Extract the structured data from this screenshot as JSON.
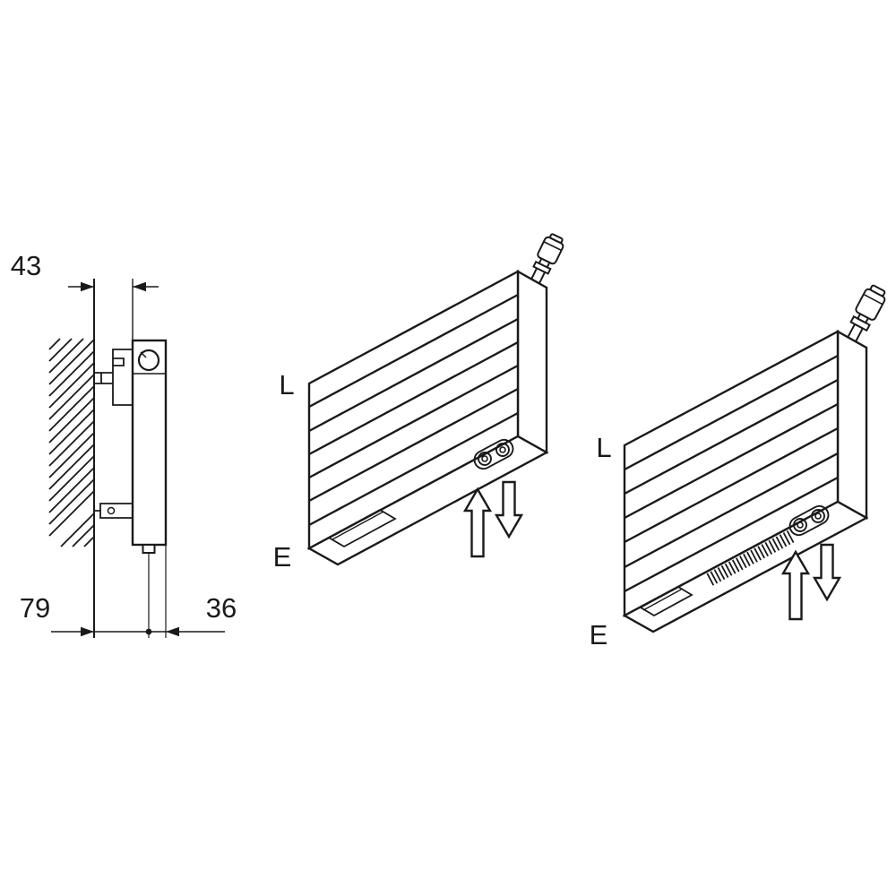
{
  "colors": {
    "line": "#1a1a1a",
    "background": "#ffffff"
  },
  "icons": {
    "airflow_up": "block-arrow-up",
    "airflow_down": "block-arrow-down"
  },
  "side_view": {
    "dim_top": "43",
    "dim_bottom_left": "79",
    "dim_bottom_right": "36"
  },
  "radiators": [
    {
      "variant": "smooth-bottom",
      "label_top": "L",
      "label_bottom": "E"
    },
    {
      "variant": "convector-grille-bottom",
      "label_top": "L",
      "label_bottom": "E"
    }
  ]
}
